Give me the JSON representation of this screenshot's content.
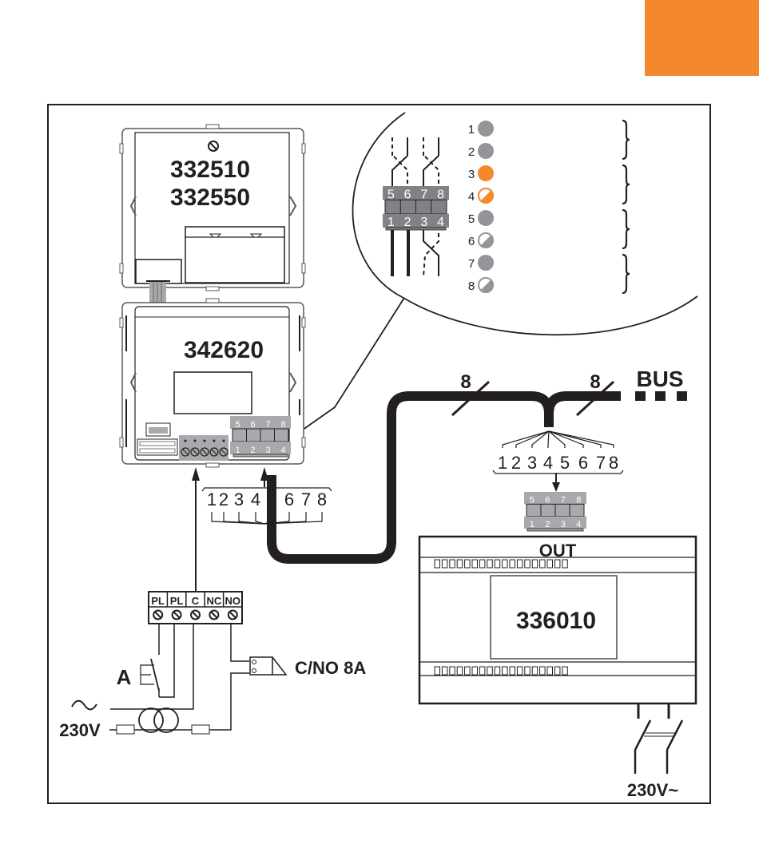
{
  "page": {
    "accent_color": "#f4892c",
    "corner_tab": "orange-tab"
  },
  "modules": {
    "top_module": {
      "codes": [
        "332510",
        "332550"
      ]
    },
    "middle_module": {
      "code": "342620"
    },
    "power_supply": {
      "code": "336010",
      "out_label": "OUT"
    }
  },
  "bus": {
    "label": "BUS",
    "wire_count_left": "8",
    "wire_count_right": "8"
  },
  "connector": {
    "top_pins": [
      "5",
      "6",
      "7",
      "8"
    ],
    "bottom_pins": [
      "1",
      "2",
      "3",
      "4"
    ]
  },
  "fanout_numbers": [
    "1",
    "2",
    "3",
    "4",
    "5",
    "6",
    "7",
    "8"
  ],
  "wire_legend": [
    {
      "num": "1",
      "color": "grey",
      "style": "solid"
    },
    {
      "num": "2",
      "color": "grey",
      "style": "solid"
    },
    {
      "num": "3",
      "color": "orange",
      "style": "solid"
    },
    {
      "num": "4",
      "color": "orange",
      "style": "striped"
    },
    {
      "num": "5",
      "color": "grey",
      "style": "solid"
    },
    {
      "num": "6",
      "color": "grey",
      "style": "striped"
    },
    {
      "num": "7",
      "color": "grey",
      "style": "solid"
    },
    {
      "num": "8",
      "color": "grey",
      "style": "striped"
    }
  ],
  "colors": {
    "grey": "#939598",
    "orange": "#f4892c",
    "dark_grey": "#808285",
    "light_grey": "#bcbec0"
  },
  "terminal_block": {
    "labels": [
      "PL",
      "PL",
      "C",
      "NC",
      "NO"
    ]
  },
  "wiring": {
    "button_label": "A",
    "mains_label": "230V",
    "mains_symbol": "~",
    "relay_label": "C/NO 8A",
    "psu_mains_label": "230V~"
  }
}
